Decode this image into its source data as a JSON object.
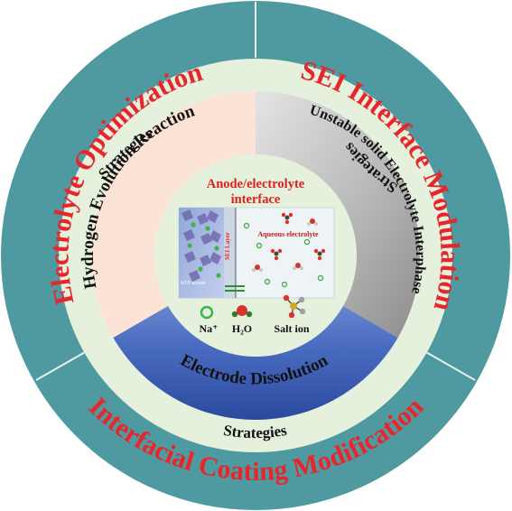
{
  "outer_ring": {
    "top_left": "Electrolyte Optimization",
    "top_right": "SEI Interface Modulation",
    "bottom": "Interfacial Coating Modification"
  },
  "strategies": {
    "left": "Strategies",
    "right": "Strategies",
    "bottom": "Strategies"
  },
  "problems": {
    "left": "Hydrogen Evolution Reaction",
    "right": "Unstable solid Electrolyte Interphase",
    "bottom": "Electrode Dissolution"
  },
  "center": {
    "title_line1": "Anode/electrolyte",
    "title_line2": "interface",
    "aqueous_label": "Aqueous electrolyte",
    "sei_label": "SEI Layer",
    "anode_label": "NTP anode",
    "legend": [
      "Na⁺",
      "H₂O",
      "Salt ion"
    ]
  },
  "colors": {
    "outer_teal": "#4e9aa0",
    "light_green": "#e5f1dc",
    "left_peach": "#fbe4d6",
    "right_gray": "#b4b4b4",
    "bottom_blue": "#3f64b5",
    "red_text": "#e8252b"
  }
}
